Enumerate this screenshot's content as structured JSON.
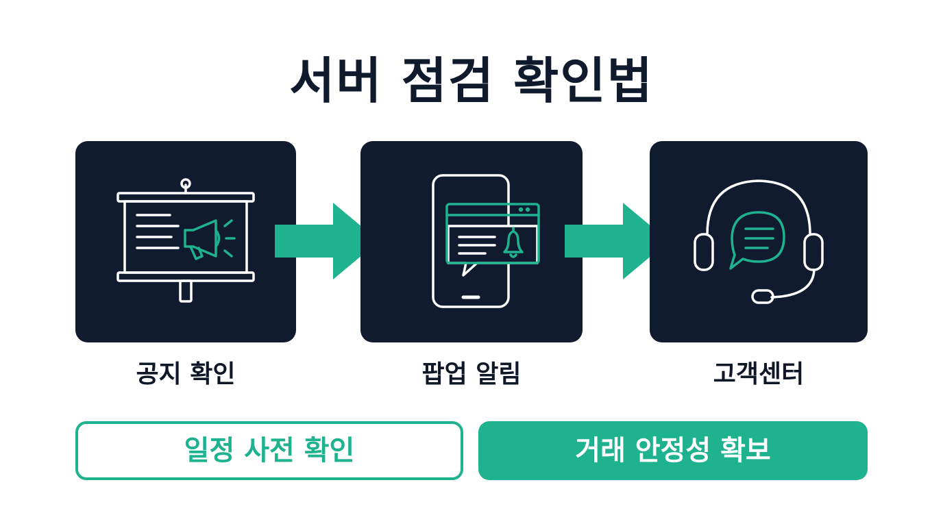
{
  "title": "서버 점검 확인법",
  "steps": [
    {
      "label": "공지 확인",
      "icon": "presentation-megaphone-icon"
    },
    {
      "label": "팝업 알림",
      "icon": "smartphone-notification-icon"
    },
    {
      "label": "고객센터",
      "icon": "headset-chat-icon"
    }
  ],
  "benefits": [
    {
      "label": "일정 사전 확인",
      "style": "outline"
    },
    {
      "label": "거래 안정성 확보",
      "style": "filled"
    }
  ],
  "colors": {
    "card": "#111b30",
    "accent": "#1fb28f",
    "line": "#ffffff",
    "title": "#0f1a2c"
  }
}
